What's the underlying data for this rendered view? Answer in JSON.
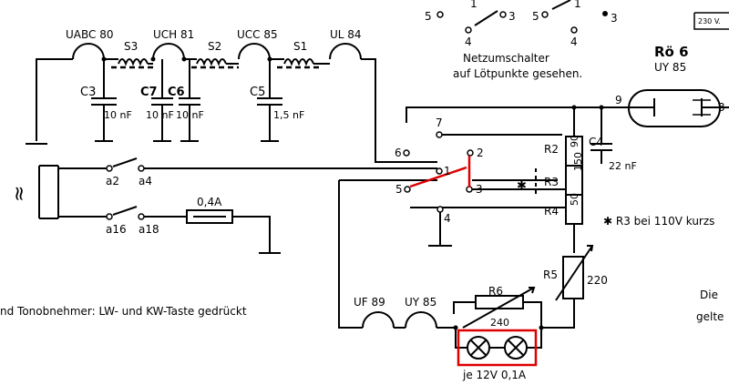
{
  "labels": {
    "uabc80": "UABC 80",
    "uch81": "UCH 81",
    "ucc85": "UCC 85",
    "ul84": "UL 84",
    "s3": "S3",
    "s2": "S2",
    "s1": "S1",
    "c3": "C3",
    "c7": "C7",
    "c6": "C6",
    "c5": "C5",
    "c3v": "10 nF",
    "c7v": "10 nF",
    "c6v": "10 nF",
    "c5v": "1,5 nF",
    "tilde": "≈",
    "a2": "a2",
    "a4": "a4",
    "a16": "a16",
    "a18": "a18",
    "fuse": "0,4A",
    "netz1": "Netzumschalter",
    "netz2": "auf Lötpunkte gesehen.",
    "ro6": "Rö 6",
    "uy85top": "UY 85",
    "v230": "230 V.",
    "n5a": "5",
    "n1a": "1",
    "n3a": "3",
    "n4a": "4",
    "n5b": "5",
    "n1b": "1",
    "n3b": "3",
    "n4b": "4",
    "n3c": "3",
    "n9": "9",
    "n3d": "3",
    "p6": "6",
    "p7": "7",
    "p2": "2",
    "p1": "1",
    "p5": "5",
    "p3": "3",
    "p4": "4",
    "r2": "R2",
    "r3": "R3",
    "r4": "R4",
    "r2v": "90",
    "r3v": "150",
    "r4v": "50",
    "c4": "C4",
    "c4v": "22 nF",
    "star": "✱",
    "r3note": "✱ R3 bei 110V kurzs",
    "r5": "R5",
    "r5v": "220",
    "r6": "R6",
    "r6v": "240",
    "uf89": "UF 89",
    "uy85": "UY 85",
    "lamps": "je 12V 0,1A",
    "tono": "nd Tonobnehmer:  LW- und KW-Taste gedrückt",
    "die": "Die",
    "gelte": "gelte"
  },
  "colors": {
    "highlight": "#d00000",
    "ink": "#000000"
  }
}
